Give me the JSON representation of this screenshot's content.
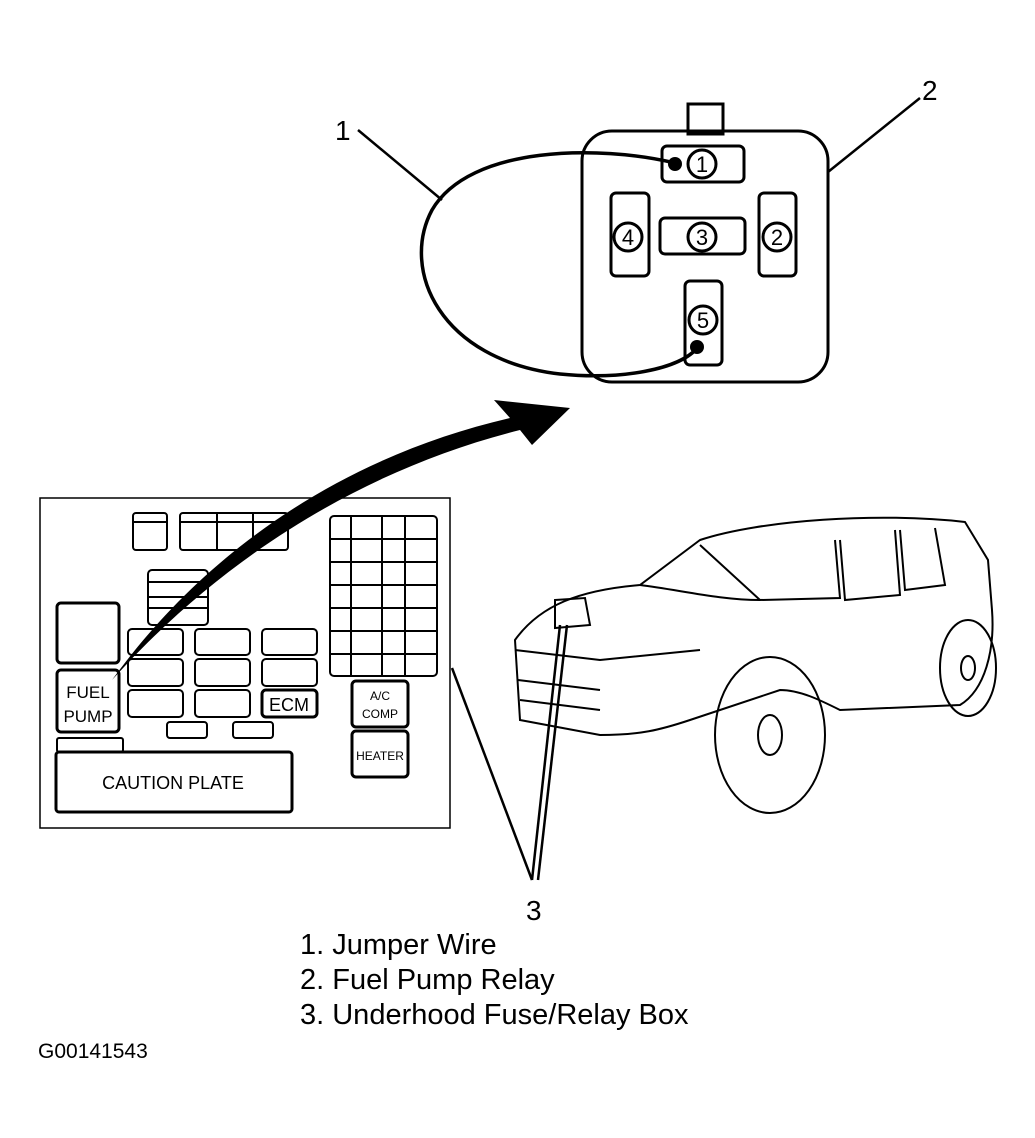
{
  "diagram": {
    "callouts": [
      "1",
      "2",
      "3"
    ],
    "relay_terminals": [
      "1",
      "2",
      "3",
      "4",
      "5"
    ],
    "fuse_box": {
      "fuel_pump_label_line1": "FUEL",
      "fuel_pump_label_line2": "PUMP",
      "ecm_label": "ECM",
      "ac_label_line1": "A/C",
      "ac_label_line2": "COMP",
      "heater_label": "HEATER",
      "caution_label": "CAUTION PLATE"
    }
  },
  "legend": [
    "1. Jumper Wire",
    "2. Fuel Pump Relay",
    "3. Underhood Fuse/Relay Box"
  ],
  "figure_id": "G00141543"
}
